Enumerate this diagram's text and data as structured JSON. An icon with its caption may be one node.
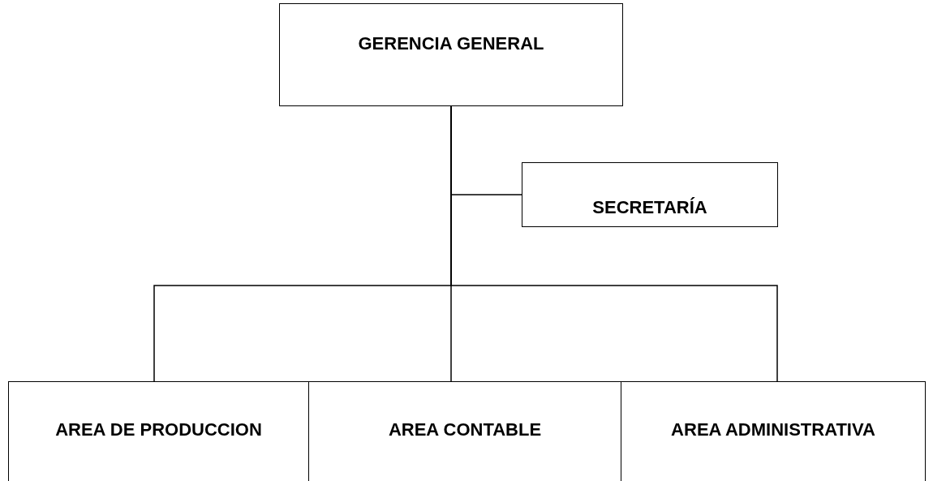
{
  "diagram": {
    "nodes": [
      {
        "text": [
          "GERENCIA GENERAL"
        ]
      },
      {
        "text": [
          "SECRETARÍA"
        ]
      },
      {
        "text": [
          "AREA DE PRODUCCION"
        ]
      },
      {
        "text": [
          "AREA CONTABLE"
        ]
      },
      {
        "text": [
          "AREA ADMINISTRATIVA"
        ]
      }
    ],
    "edges": [
      {
        "from": 0,
        "to": 1,
        "arrow": "none"
      },
      {
        "from": 0,
        "to": 2,
        "arrow": "none"
      },
      {
        "from": 0,
        "to": 3,
        "arrow": "none"
      },
      {
        "from": 0,
        "to": 4,
        "arrow": "none"
      }
    ]
  }
}
